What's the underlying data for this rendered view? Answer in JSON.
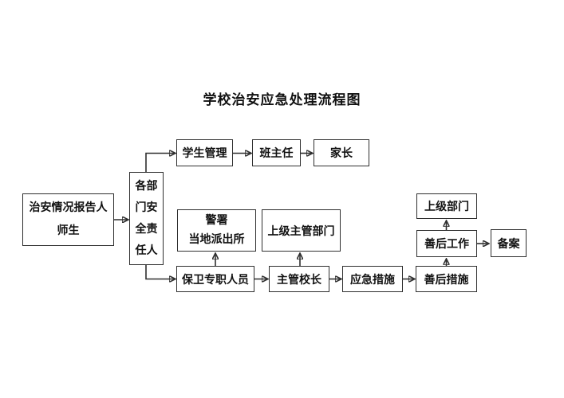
{
  "title": "学校治安应急处理流程图",
  "nodes": {
    "reporter": {
      "lines": [
        "治安情况报告人",
        "师生"
      ]
    },
    "dept_safety": {
      "lines": [
        "各部",
        "门安",
        "全责",
        "任人"
      ]
    },
    "student_mgmt": {
      "label": "学生管理"
    },
    "class_teacher": {
      "label": "班主任"
    },
    "parents": {
      "label": "家长"
    },
    "police": {
      "lines": [
        "警署",
        "当地派出所"
      ]
    },
    "superior_authority": {
      "label": "上级主管部门"
    },
    "security_staff": {
      "label": "保卫专职人员"
    },
    "principal": {
      "label": "主管校长"
    },
    "emergency_measures": {
      "label": "应急措施"
    },
    "aftermath_measures": {
      "label": "善后措施"
    },
    "superior_dept": {
      "label": "上级部门"
    },
    "aftermath_work": {
      "label": "善后工作"
    },
    "filing": {
      "label": "备案"
    }
  },
  "colors": {
    "background": "#ffffff",
    "border": "#2f2f2f",
    "text": "#111111"
  }
}
